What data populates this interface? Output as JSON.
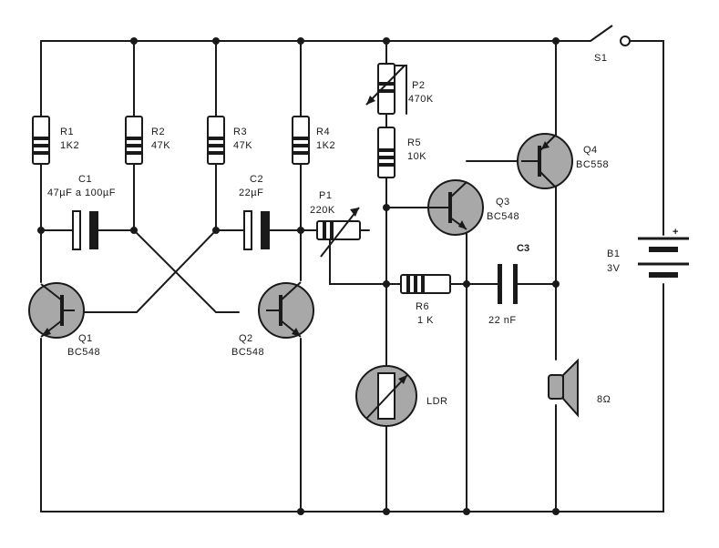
{
  "components": {
    "r1": {
      "name": "R1",
      "value": "1K2"
    },
    "r2": {
      "name": "R2",
      "value": "47K"
    },
    "r3": {
      "name": "R3",
      "value": "47K"
    },
    "r4": {
      "name": "R4",
      "value": "1K2"
    },
    "r5": {
      "name": "R5",
      "value": "10K"
    },
    "r6": {
      "name": "R6",
      "value": "1 K"
    },
    "p1": {
      "name": "P1",
      "value": "220K"
    },
    "p2": {
      "name": "P2",
      "value": "470K"
    },
    "c1": {
      "name": "C1",
      "value": "47µF a 100µF"
    },
    "c2": {
      "name": "C2",
      "value": "22µF"
    },
    "c3": {
      "name": "C3",
      "value": "22 nF"
    },
    "q1": {
      "name": "Q1",
      "value": "BC548"
    },
    "q2": {
      "name": "Q2",
      "value": "BC548"
    },
    "q3": {
      "name": "Q3",
      "value": "BC548"
    },
    "q4": {
      "name": "Q4",
      "value": "BC558"
    },
    "b1": {
      "name": "B1",
      "value": "3V",
      "plus": "+"
    },
    "s1": {
      "name": "S1"
    },
    "ldr": {
      "name": "LDR"
    },
    "speaker": {
      "value": "8Ω"
    }
  },
  "colors": {
    "ink": "#1a1a1a",
    "transistor_fill": "#a8a8a8",
    "background": "#ffffff"
  }
}
